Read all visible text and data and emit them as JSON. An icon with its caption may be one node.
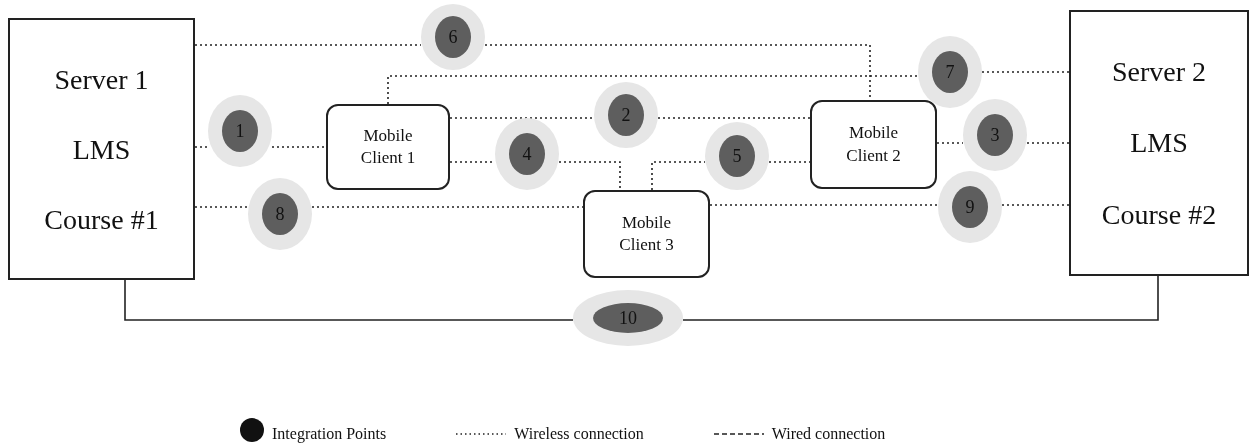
{
  "diagram": {
    "nodes": [
      {
        "text": [
          "Server 1",
          "LMS",
          "Course #1"
        ]
      },
      {
        "text": [
          "Mobile Client 1"
        ]
      },
      {
        "text": [
          "Mobile Client 3"
        ]
      },
      {
        "text": [
          "Mobile Client 2"
        ]
      },
      {
        "text": [
          "Server 2",
          "LMS",
          "Course #2"
        ]
      },
      {
        "text": [
          "1"
        ]
      },
      {
        "text": [
          "6"
        ]
      },
      {
        "text": [
          "2"
        ]
      },
      {
        "text": [
          "4"
        ]
      },
      {
        "text": [
          "5"
        ]
      },
      {
        "text": [
          "7"
        ]
      },
      {
        "text": [
          "3"
        ]
      },
      {
        "text": [
          "9"
        ]
      },
      {
        "text": [
          "8"
        ]
      },
      {
        "text": [
          "10"
        ]
      }
    ],
    "edges": [
      {
        "from": 0,
        "to": 5,
        "arrow": "none",
        "style": "dashed"
      },
      {
        "from": 5,
        "to": 1,
        "arrow": "none",
        "style": "dashed"
      },
      {
        "from": 0,
        "to": 6,
        "arrow": "none",
        "style": "dashed"
      },
      {
        "from": 6,
        "to": 3,
        "arrow": "none",
        "style": "dashed"
      },
      {
        "from": 1,
        "to": 10,
        "arrow": "none",
        "style": "dashed"
      },
      {
        "from": 10,
        "to": 4,
        "arrow": "none",
        "style": "dashed"
      },
      {
        "from": 1,
        "to": 7,
        "arrow": "none",
        "style": "dashed"
      },
      {
        "from": 7,
        "to": 3,
        "arrow": "none",
        "style": "dashed"
      },
      {
        "from": 1,
        "to": 8,
        "arrow": "none",
        "style": "dashed"
      },
      {
        "from": 8,
        "to": 2,
        "arrow": "none",
        "style": "dashed"
      },
      {
        "from": 2,
        "to": 9,
        "arrow": "none",
        "style": "dashed"
      },
      {
        "from": 9,
        "to": 3,
        "arrow": "none",
        "style": "dashed"
      },
      {
        "from": 3,
        "to": 11,
        "arrow": "none",
        "style": "dashed"
      },
      {
        "from": 11,
        "to": 4,
        "arrow": "none",
        "style": "dashed"
      },
      {
        "from": 0,
        "to": 13,
        "arrow": "none",
        "style": "dashed"
      },
      {
        "from": 13,
        "to": 2,
        "arrow": "none",
        "style": "dashed"
      },
      {
        "from": 2,
        "to": 12,
        "arrow": "none",
        "style": "dashed"
      },
      {
        "from": 12,
        "to": 4,
        "arrow": "none",
        "style": "dashed"
      },
      {
        "from": 0,
        "to": 14,
        "arrow": "none"
      },
      {
        "from": 14,
        "to": 4,
        "arrow": "none"
      }
    ],
    "legend": [
      {
        "text": "Integration Points",
        "color": "#111111"
      },
      {
        "text": "Wireless connection"
      },
      {
        "text": "Wired connection"
      }
    ]
  }
}
